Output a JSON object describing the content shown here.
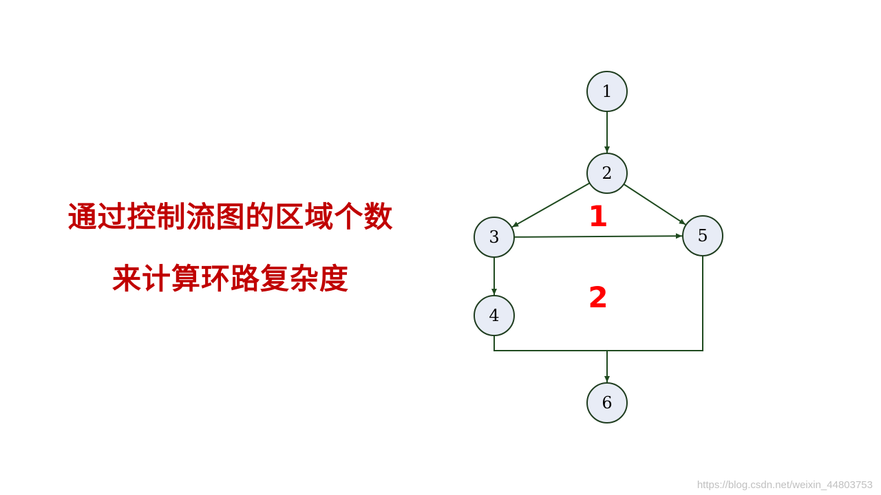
{
  "slide": {
    "headline_lines": [
      "通过控制流图的区域个数",
      "来计算环路复杂度"
    ],
    "headline_color": "#c00000"
  },
  "graph": {
    "nodes": [
      {
        "id": "1",
        "label": "1"
      },
      {
        "id": "2",
        "label": "2"
      },
      {
        "id": "3",
        "label": "3"
      },
      {
        "id": "4",
        "label": "4"
      },
      {
        "id": "5",
        "label": "5"
      },
      {
        "id": "6",
        "label": "6"
      }
    ],
    "edges": [
      {
        "from": "1",
        "to": "2"
      },
      {
        "from": "2",
        "to": "3"
      },
      {
        "from": "2",
        "to": "5"
      },
      {
        "from": "3",
        "to": "5"
      },
      {
        "from": "3",
        "to": "4"
      },
      {
        "from": "4",
        "to": "6"
      },
      {
        "from": "5",
        "to": "6"
      }
    ],
    "regions": [
      {
        "label": "1"
      },
      {
        "label": "2"
      }
    ],
    "colors": {
      "node_fill": "#e8ecf6",
      "node_stroke": "#1f3d1f",
      "edge": "#1f4a1f",
      "label": "#000000",
      "region_label": "#ff0000"
    }
  },
  "watermark": {
    "text": "https://blog.csdn.net/weixin_44803753",
    "color": "#c0c0c0"
  }
}
